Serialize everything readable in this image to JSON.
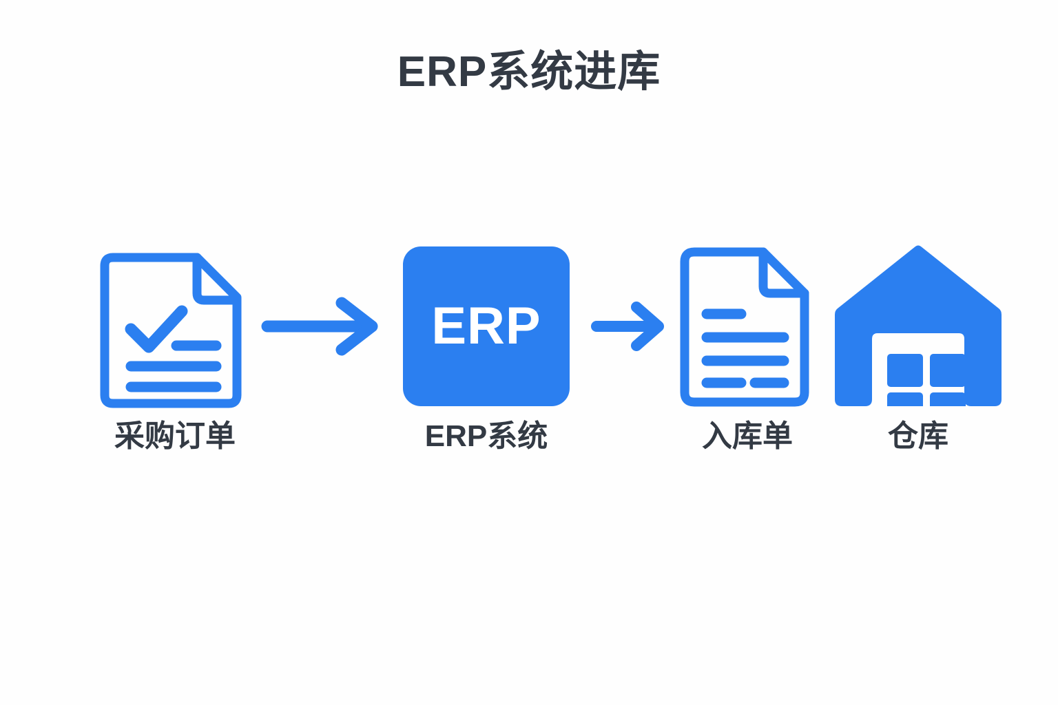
{
  "page": {
    "title": "ERP系统进库",
    "background_color": "#fefefe",
    "accent_color": "#2b7ff0",
    "text_color": "#333a44"
  },
  "diagram": {
    "type": "flow",
    "direction": "left-to-right",
    "nodes": [
      {
        "id": "purchase-order",
        "label": "采购订单",
        "icon": "document-check-icon",
        "icon_style": "outline",
        "color": "#2b7ff0"
      },
      {
        "id": "erp-system",
        "label": "ERP系统",
        "icon": "erp-box-icon",
        "icon_style": "filled",
        "icon_text": "ERP",
        "color": "#2b7ff0",
        "icon_text_color": "#ffffff"
      },
      {
        "id": "receiving-order",
        "label": "入库单",
        "icon": "document-lines-icon",
        "icon_style": "outline",
        "color": "#2b7ff0"
      },
      {
        "id": "warehouse",
        "label": "仓库",
        "icon": "warehouse-icon",
        "icon_style": "filled",
        "color": "#2b7ff0"
      }
    ],
    "connectors": [
      {
        "id": "arrow-1",
        "from": "purchase-order",
        "to": "erp-system",
        "icon": "arrow-right-icon",
        "color": "#2b7ff0"
      },
      {
        "id": "arrow-2",
        "from": "receiving-order-group",
        "to": "warehouse",
        "icon": "arrow-right-icon",
        "color": "#2b7ff0"
      }
    ]
  }
}
